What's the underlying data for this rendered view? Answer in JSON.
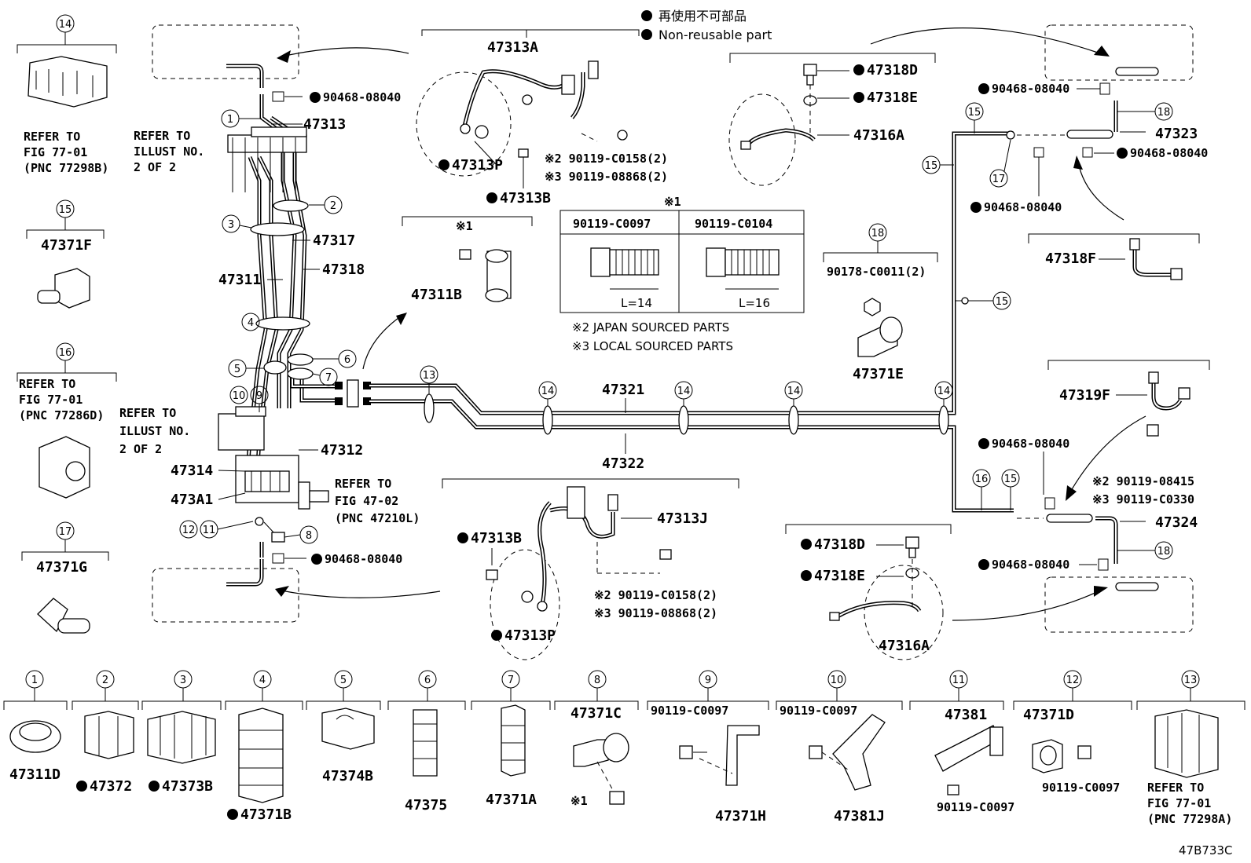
{
  "legend": {
    "jp": "再使用不可部品",
    "en": "Non-reusable part"
  },
  "fig_code": "47B733C",
  "refer_notes": {
    "r14": [
      "REFER TO",
      "FIG 77-01",
      "(PNC 77298B)"
    ],
    "illust_top": [
      "REFER TO",
      "ILLUST NO.",
      "2 OF 2"
    ],
    "r16": [
      "REFER TO",
      "FIG 77-01",
      "(PNC 77286D)"
    ],
    "illust_mid": [
      "REFER TO",
      "ILLUST NO.",
      "2 OF 2"
    ],
    "fig47": [
      "REFER TO",
      "FIG 47-02",
      "(PNC 47210L)"
    ],
    "r13": [
      "REFER TO",
      "FIG 77-01",
      "(PNC 77298A)"
    ]
  },
  "bolt_table": {
    "mark": "※1",
    "col1": "90119-C0097",
    "col2": "90119-C0104",
    "len1": "L=14",
    "len2": "L=16",
    "note2": "※2 JAPAN SOURCED PARTS",
    "note3": "※3 LOCAL SOURCED PARTS"
  },
  "parts": {
    "p47313A": "47313A",
    "p47313P_top": "47313P",
    "p47313B_top": "47313B",
    "top_bolt_j": "※2 90119-C0158(2)",
    "top_bolt_l": "※3 90119-08868(2)",
    "p47311B": "47311B",
    "mark1": "※1",
    "p47318D_top": "47318D",
    "p47318E_top": "47318E",
    "p47316A_top": "47316A",
    "clip_top_left": "90468-08040",
    "p47313": "47313",
    "p47317": "47317",
    "p47318": "47318",
    "p47311": "47311",
    "p47312": "47312",
    "p47314": "47314",
    "p473A1": "473A1",
    "clip_bottom_left": "90468-08040",
    "p47321": "47321",
    "p47322": "47322",
    "p47313B_bot": "47313B",
    "p47313J": "47313J",
    "p47313P_bot": "47313P",
    "bot_bolt_j": "※2 90119-C0158(2)",
    "bot_bolt_l": "※3 90119-08868(2)",
    "clip_r1": "90468-08040",
    "clip_r2": "90468-08040",
    "clip_r3": "90468-08040",
    "clip_r4": "90468-08040",
    "clip_r5": "90468-08040",
    "p47323": "47323",
    "p47324": "47324",
    "p47318F": "47318F",
    "nut18": "90178-C0011(2)",
    "p47371E": "47371E",
    "p47319F": "47319F",
    "rbolt_j": "※2 90119-08415",
    "rbolt_l": "※3 90119-C0330",
    "p47318D_bot": "47318D",
    "p47318E_bot": "47318E",
    "p47316A_bot": "47316A",
    "p47371F": "47371F",
    "p47371G": "47371G"
  },
  "bottom_row": [
    {
      "num": "1",
      "part": "47311D"
    },
    {
      "num": "2",
      "part": "47372"
    },
    {
      "num": "3",
      "part": "47373B"
    },
    {
      "num": "4",
      "part": "47371B"
    },
    {
      "num": "5",
      "part": "47374B"
    },
    {
      "num": "6",
      "part": "47375"
    },
    {
      "num": "7",
      "part": "47371A"
    },
    {
      "num": "8",
      "part": "47371C",
      "extra": "※1"
    },
    {
      "num": "9",
      "part": "47371H",
      "bolt": "90119-C0097"
    },
    {
      "num": "10",
      "part": "47381J",
      "bolt": "90119-C0097"
    },
    {
      "num": "11",
      "part": "47381",
      "bolt": "90119-C0097"
    },
    {
      "num": "12",
      "part": "47371D",
      "bolt": "90119-C0097"
    },
    {
      "num": "13"
    }
  ],
  "callouts": [
    "1",
    "2",
    "3",
    "4",
    "5",
    "6",
    "7",
    "8",
    "9",
    "10",
    "11",
    "12",
    "13",
    "14",
    "15",
    "16",
    "17",
    "18"
  ]
}
